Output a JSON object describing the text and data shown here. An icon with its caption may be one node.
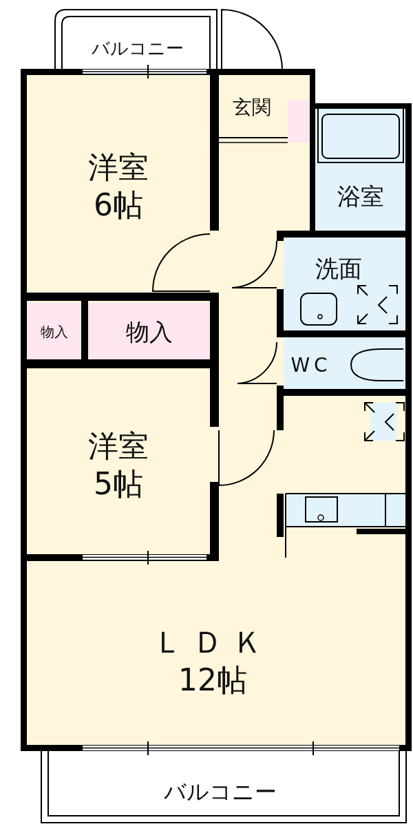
{
  "diagram": {
    "nodes": [
      {
        "text": [
          "バルコニー"
        ]
      },
      {
        "text": [
          "洋室",
          "6帖"
        ]
      },
      {
        "text": [
          "玄関"
        ]
      },
      {
        "text": [
          "浴室"
        ]
      },
      {
        "text": [
          "洗面"
        ]
      },
      {
        "text": [
          "物入"
        ]
      },
      {
        "text": [
          "物入"
        ]
      },
      {
        "text": [
          "WC"
        ]
      },
      {
        "text": [
          "洋室",
          "5帖"
        ]
      },
      {
        "text": [
          "ＬＤＫ",
          "12帖"
        ]
      },
      {
        "text": [
          "バルコニー"
        ]
      }
    ],
    "edges": []
  }
}
